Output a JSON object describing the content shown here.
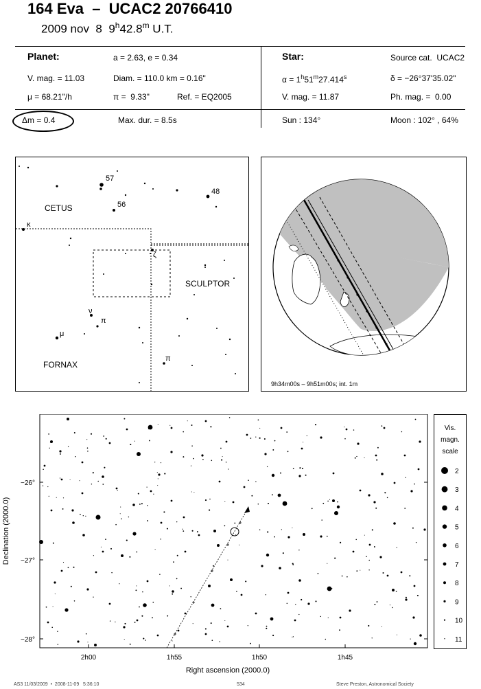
{
  "header": {
    "title": "164 Eva  –  UCAC2 20766410",
    "date": "2009 nov  8",
    "time_h": "9",
    "h_sup": "h",
    "time_m": "42.8",
    "m_sup": "m",
    "time_suffix": " U.T."
  },
  "planet": {
    "heading": "Planet:",
    "ae": "a = 2.63, e = 0.34",
    "vmag": "V. mag. = 11.03",
    "diam": "Diam. = 110.0 km = 0.16\"",
    "mu": "μ = 68.21\"/h",
    "pi": "π =  9.33\"",
    "ref": "Ref. = EQ2005"
  },
  "star": {
    "heading": "Star:",
    "source": "Source cat.  UCAC2",
    "alpha_prefix": "α = 1",
    "alpha_h": "h",
    "alpha_mid": "51",
    "alpha_m": "m",
    "alpha_s_val": "27.414",
    "alpha_s": "s",
    "delta": "δ = −26°37'35.02\"",
    "vmag": "V. mag. = 11.87",
    "phmag": "Ph. mag. =  0.00"
  },
  "event": {
    "dm": "Δm = 0.4",
    "maxdur": "Max. dur. = 8.5s",
    "sun": "Sun : 134°",
    "moon": "Moon : 102° , 64%"
  },
  "finder": {
    "labels": {
      "cetus": "CETUS",
      "sculptor": "SCULPTOR",
      "fornax": "FORNAX",
      "n57": "57",
      "n56": "56",
      "n48": "48",
      "kappa": "κ",
      "zeta": "ζ",
      "nu": "ν",
      "pi1": "π",
      "mu": "μ",
      "pi2": "π"
    }
  },
  "globe": {
    "caption": "9h34m00s – 9h51m00s; int. 1m"
  },
  "chart": {
    "ylabel": "Declination (2000.0)",
    "xlabel": "Right ascension (2000.0)",
    "yticks": [
      "−26°",
      "−27°",
      "−28°"
    ],
    "xticks": [
      "2h00",
      "1h55",
      "1h50",
      "1h45"
    ]
  },
  "scale": {
    "title1": "Vis.",
    "title2": "magn.",
    "title3": "scale",
    "mags": [
      "2",
      "3",
      "4",
      "5",
      "6",
      "7",
      "8",
      "9",
      "10",
      "11"
    ]
  },
  "footer": {
    "left": "AS3 11/03/2009  •  2008-11-09   5:36:10",
    "center": "534",
    "right": "Steve Preston, Astronomical Society"
  }
}
